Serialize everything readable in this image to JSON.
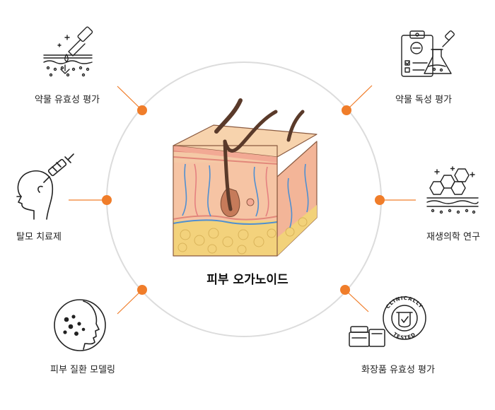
{
  "center": {
    "title": "피부 오가노이드"
  },
  "nodes": [
    {
      "label": "약물 유효성 평가",
      "icon": "dropper-skin-icon"
    },
    {
      "label": "약물 독성 평가",
      "icon": "clipboard-flask-icon"
    },
    {
      "label": "탈모 치료제",
      "icon": "head-syringe-icon"
    },
    {
      "label": "재생의학 연구",
      "icon": "hexagon-cells-icon"
    },
    {
      "label": "피부 질환 모델링",
      "icon": "face-spots-icon"
    },
    {
      "label": "화장품 유효성 평가",
      "icon": "cosmetics-tested-icon"
    }
  ],
  "stamp": {
    "top_text": "CLINICALLY",
    "bottom_text": "TESTED"
  },
  "colors": {
    "accent": "#f07d2a",
    "ring": "#dcdcdc",
    "line": "#222222"
  }
}
